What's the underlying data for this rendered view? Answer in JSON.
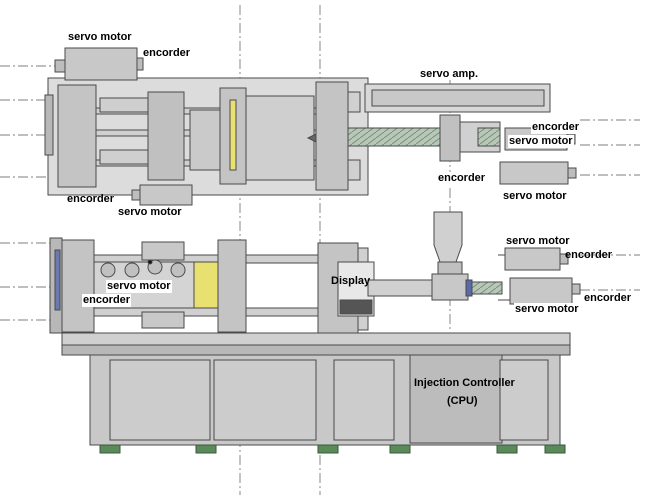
{
  "labels": {
    "top_servo_motor_1": "servo motor",
    "top_encorder_1": "encorder",
    "servo_amp": "servo amp.",
    "top_encorder_right": "encorder",
    "top_servo_motor_right": "servo motor",
    "top_encorder_mid": "encorder",
    "top_servo_motor_lower_right": "servo motor",
    "top_encorder_bottom_left": "encorder",
    "top_servo_motor_bottom_left": "servo motor",
    "bottom_servo_motor_right_upper": "servo motor",
    "bottom_encorder_right_upper": "encorder",
    "bottom_servo_motor_left": "servo motor",
    "bottom_encorder_left": "encorder",
    "display": "Display",
    "bottom_encorder_right_lower": "encorder",
    "bottom_servo_motor_right_lower": "servo motor",
    "injection_controller_line1": "Injection Controller",
    "injection_controller_line2": "(CPU)"
  },
  "colors": {
    "machine_fill": "#c8c8c8",
    "machine_dark": "#a8a8a8",
    "outline": "#4a4a4a",
    "mold_yellow": "#e8e070",
    "screw_green": "#9cb89c",
    "foot_green": "#5a8a5a",
    "label_text": "#000000"
  }
}
